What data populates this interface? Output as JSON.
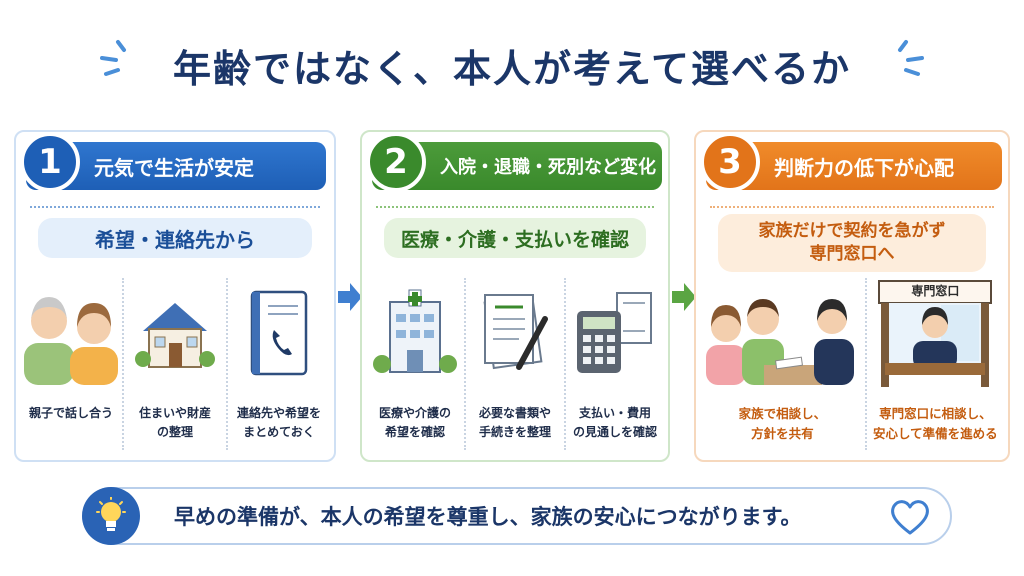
{
  "title": "年齢ではなく、本人が考えて選べるか",
  "colors": {
    "blue": "#1e5fb6",
    "green": "#3a8a2c",
    "orange": "#e2741a",
    "navy": "#1b3668"
  },
  "panels": [
    {
      "number": "1",
      "heading": "元気で生活が安定",
      "subheading": "希望・連絡先から",
      "items": [
        {
          "icon": "elderly-couple-icon",
          "caption_lines": [
            "親子で話し合う"
          ]
        },
        {
          "icon": "house-icon",
          "caption_lines": [
            "住まいや財産",
            "の整理"
          ]
        },
        {
          "icon": "notebook-phone-icon",
          "caption_lines": [
            "連絡先や希望を",
            "まとめておく"
          ]
        }
      ]
    },
    {
      "number": "2",
      "heading": "入院・退職・死別など変化",
      "subheading": "医療・介護・支払いを確認",
      "items": [
        {
          "icon": "hospital-icon",
          "caption_lines": [
            "医療や介護の",
            "希望を確認"
          ]
        },
        {
          "icon": "documents-pen-icon",
          "caption_lines": [
            "必要な書類や",
            "手続きを整理"
          ]
        },
        {
          "icon": "calculator-receipt-icon",
          "caption_lines": [
            "支払い・費用",
            "の見通しを確認"
          ]
        }
      ]
    },
    {
      "number": "3",
      "heading": "判断力の低下が心配",
      "subheading_lines": [
        "家族だけで契約を急がず",
        "専門窓口へ"
      ],
      "items": [
        {
          "icon": "family-consultation-icon",
          "caption_lines": [
            "家族で相談し、",
            "方針を共有"
          ]
        },
        {
          "icon": "service-window-icon",
          "sign": "専門窓口",
          "caption_lines": [
            "専門窓口に相談し、",
            "安心して準備を進める"
          ]
        }
      ]
    }
  ],
  "footer": {
    "text": "早めの準備が、本人の希望を尊重し、家族の安心につながります。",
    "left_icon": "lightbulb-icon",
    "right_icon": "heart-icon"
  }
}
